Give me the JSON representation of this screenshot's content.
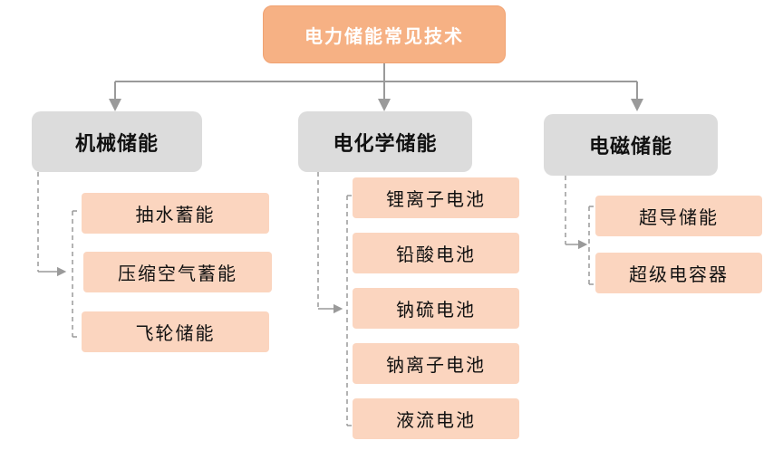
{
  "root": {
    "label": "电力储能常见技术"
  },
  "categories": [
    {
      "label": "机械储能",
      "items": [
        "抽水蓄能",
        "压缩空气蓄能",
        "飞轮储能"
      ]
    },
    {
      "label": "电化学储能",
      "items": [
        "锂离子电池",
        "铅酸电池",
        "钠硫电池",
        "钠离子电池",
        "液流电池"
      ]
    },
    {
      "label": "电磁储能",
      "items": [
        "超导储能",
        "超级电容器"
      ]
    }
  ],
  "colors": {
    "root_fill": "#f6b184",
    "category_fill": "#dcdcdc",
    "leaf_fill": "#fbd5bf",
    "connector": "#9a9a9a"
  }
}
